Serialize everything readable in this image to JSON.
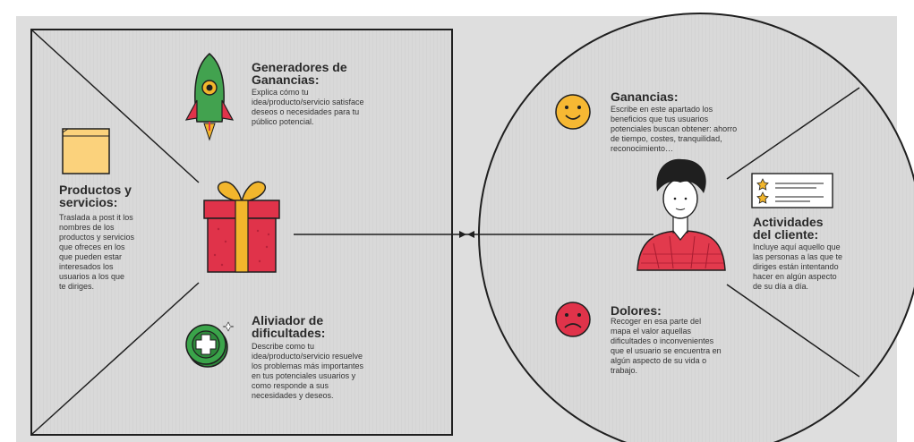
{
  "colors": {
    "background": "#dedede",
    "square_fill": "#d6d6d6",
    "outline": "#1f1f1f",
    "gift_red": "#e0334a",
    "ribbon_yellow": "#f2b62c",
    "rocket_green": "#42a24f",
    "aid_green": "#3aa44a",
    "smile_yellow": "#f6b833",
    "frown_red": "#e0334a",
    "person_shirt": "#e23a4d",
    "postit_yellow": "#fbd27c",
    "star_yellow": "#f2b62c"
  },
  "icons": [
    "rocket-icon",
    "gift-icon",
    "first-aid-icon",
    "post-it-icon",
    "happy-face-icon",
    "sad-face-icon",
    "person-illustration",
    "checklist-icon",
    "double-arrow-connector"
  ],
  "value_map": {
    "gain_creators": {
      "title": [
        "Generadores de",
        "Ganancias:"
      ],
      "text": [
        "Explica cómo tu",
        "idea/producto/servicio satisface",
        "deseos o necesidades para tu",
        "público potencial."
      ]
    },
    "products": {
      "title": [
        "Productos y",
        "servicios:"
      ],
      "text": [
        "Traslada a post it los",
        "nombres de los",
        "productos y servicios",
        "que ofreces en los",
        "que pueden estar",
        "interesados los",
        "usuarios a los que",
        "te diriges."
      ]
    },
    "pain_relievers": {
      "title": [
        "Aliviador de",
        "dificultades:"
      ],
      "text": [
        "Describe como tu",
        "idea/producto/servicio resuelve",
        "los problemas más importantes",
        "en tus potenciales usuarios y",
        "como responde a sus",
        "necesidades y deseos."
      ]
    }
  },
  "customer_profile": {
    "gains": {
      "title": [
        "Ganancias:"
      ],
      "text": [
        "Escribe en este apartado los",
        "beneficios que tus usuarios",
        "potenciales buscan obtener: ahorro",
        "de tiempo, costes, tranquilidad,",
        "reconocimiento…"
      ]
    },
    "jobs": {
      "title": [
        "Actividades",
        "del cliente:"
      ],
      "text": [
        "Incluye aquí aquello que",
        "las personas a las que te",
        "diriges están intentando",
        "hacer en algún aspecto",
        "de su día a día."
      ]
    },
    "pains": {
      "title": [
        "Dolores:"
      ],
      "text": [
        "Recoger en esa parte del",
        "mapa el valor aquellas",
        "dificultades o inconvenientes",
        "que el usuario se encuentra en",
        "algún aspecto de su vida o",
        "trabajo."
      ]
    }
  }
}
